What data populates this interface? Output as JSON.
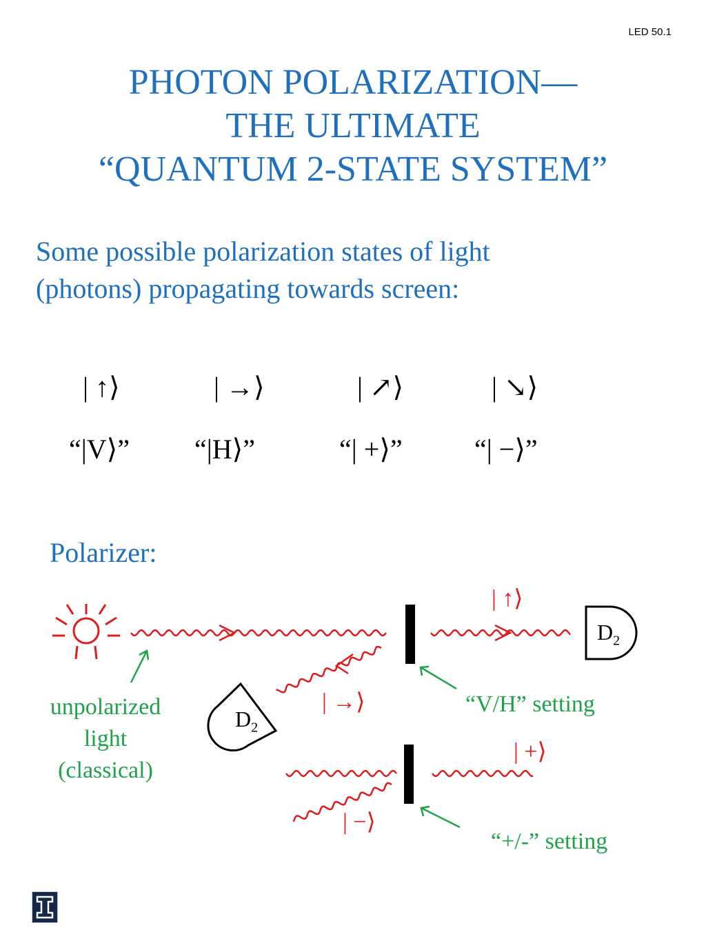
{
  "slide_id": "LED 50.1",
  "title": [
    "PHOTON POLARIZATION—",
    "THE ULTIMATE",
    "“QUANTUM 2-STATE SYSTEM”"
  ],
  "subtitle": [
    "Some possible polarization states of light",
    "(photons) propagating towards screen:"
  ],
  "states": {
    "kets": [
      "| ↑⟩",
      "| →⟩",
      "| ↗⟩",
      "| ↘⟩"
    ],
    "names": [
      "“|V⟩”",
      "“|H⟩”",
      "“| +⟩”",
      "“| −⟩”"
    ]
  },
  "polarizer": {
    "heading": "Polarizer:",
    "source_label": [
      "unpolarized",
      "light",
      "(classical)"
    ],
    "vh_setting": "“V/H” setting",
    "pm_setting": "“+/-” setting",
    "detector_label": "D",
    "detector_sub": "2",
    "ket_up": "| ↑⟩",
    "ket_right": "| →⟩",
    "ket_plus": "| +⟩",
    "ket_minus": "| −⟩"
  },
  "colors": {
    "title": "#1f6fbf",
    "beam": "#e01b1b",
    "annotation": "#1fa24a",
    "logo": "#13294b"
  },
  "logo_icon": "university-block-i-logo"
}
